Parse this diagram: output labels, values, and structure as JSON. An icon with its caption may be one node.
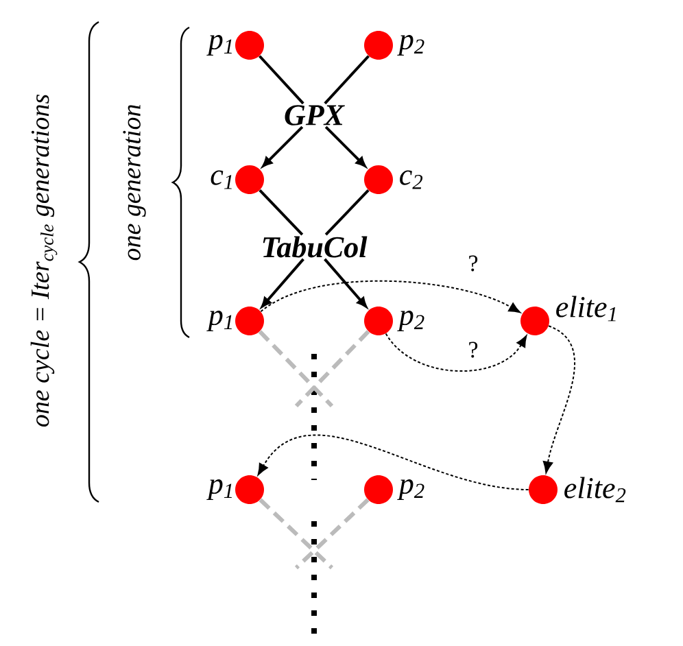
{
  "diagram": {
    "nodes": [
      {
        "text": [],
        "shape": "circle",
        "beside": [
          "p$_{1}$"
        ]
      },
      {
        "text": [],
        "shape": "circle",
        "beside": [
          "p$_{2}$"
        ]
      },
      {
        "text": [
          "GPX"
        ]
      },
      {
        "text": [],
        "shape": "circle",
        "beside": [
          "c$_{1}$"
        ]
      },
      {
        "text": [],
        "shape": "circle",
        "beside": [
          "c$_{2}$"
        ]
      },
      {
        "text": [
          "TabuCol"
        ]
      },
      {
        "text": [],
        "shape": "circle",
        "beside": [
          "p$_{1}$"
        ]
      },
      {
        "text": [],
        "shape": "circle",
        "beside": [
          "p$_{2}$"
        ]
      },
      {
        "text": [],
        "shape": "circle",
        "beside": [
          "elite$_{1}$"
        ]
      },
      {
        "text": [],
        "shape": "circle",
        "beside": [
          "p$_{1}$"
        ]
      },
      {
        "text": [],
        "shape": "circle",
        "beside": [
          "p$_{2}$"
        ]
      },
      {
        "text": [],
        "shape": "circle",
        "beside": [
          "elite$_{2}$"
        ]
      }
    ],
    "edges": [
      {
        "from": 0,
        "to": 2,
        "arrow": "none"
      },
      {
        "from": 1,
        "to": 2,
        "arrow": "none"
      },
      {
        "from": 2,
        "to": 3,
        "arrow": "to"
      },
      {
        "from": 2,
        "to": 4,
        "arrow": "to"
      },
      {
        "from": 3,
        "to": 5,
        "arrow": "none"
      },
      {
        "from": 4,
        "to": 5,
        "arrow": "none"
      },
      {
        "from": 5,
        "to": 6,
        "arrow": "to"
      },
      {
        "from": 5,
        "to": 7,
        "arrow": "to"
      },
      {
        "from": 6,
        "to": 8,
        "arrow": "to",
        "style": "dashed",
        "label": "?"
      },
      {
        "from": 7,
        "to": 8,
        "arrow": "to",
        "style": "dashed",
        "label": "?"
      },
      {
        "from": 8,
        "to": 11,
        "arrow": "to",
        "style": "dashed"
      },
      {
        "from": 11,
        "to": 9,
        "arrow": "to",
        "style": "dashed"
      },
      {
        "from": 6,
        "to": null,
        "arrow": "none",
        "style": "dashed",
        "color": "#bbbbbb"
      },
      {
        "from": 7,
        "to": null,
        "arrow": "none",
        "style": "dashed",
        "color": "#bbbbbb"
      },
      {
        "from": 9,
        "to": null,
        "arrow": "none",
        "style": "dashed",
        "color": "#bbbbbb"
      },
      {
        "from": 10,
        "to": null,
        "arrow": "none",
        "style": "dashed",
        "color": "#bbbbbb"
      }
    ],
    "labels": [
      "one cycle = Iter$_{cycle}$ generations",
      "one generation"
    ]
  }
}
